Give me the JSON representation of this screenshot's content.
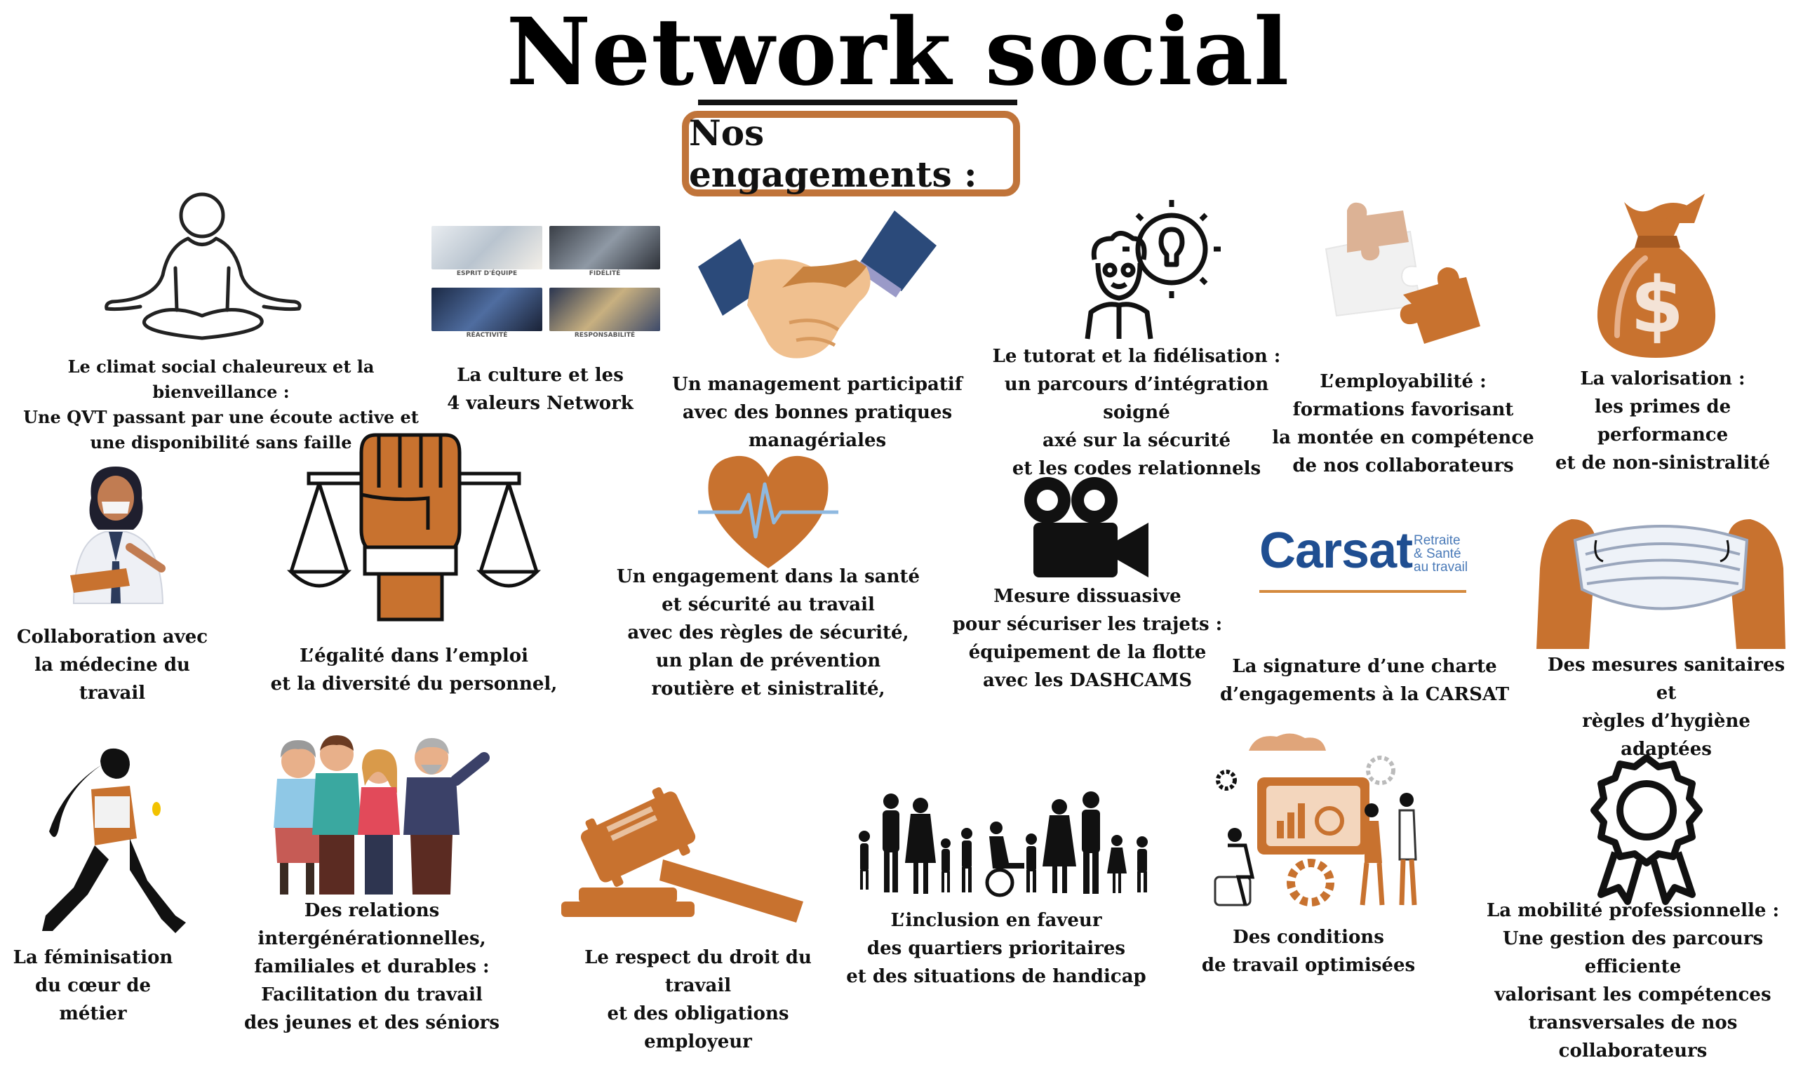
{
  "header": {
    "title": "Network social",
    "subtitle": "Nos engagements :"
  },
  "colors": {
    "accent": "#c0743a",
    "accent_light": "#e0a57a",
    "dark": "#111111"
  },
  "items": [
    {
      "icon": "meditation-icon",
      "caption": "Le climat social chaleureux et la bienveillance :\nUne QVT  passant par une écoute active et\nune disponibilité sans faille"
    },
    {
      "icon": "values-photos-icon",
      "caption": "La culture et les\n4 valeurs Network",
      "photo_labels": [
        "ESPRIT D'ÉQUIPE",
        "FIDÉLITÉ",
        "RÉACTIVITÉ",
        "RESPONSABILITÉ"
      ]
    },
    {
      "icon": "handshake-icon",
      "caption": "Un management participatif\navec des bonnes pratiques managériales"
    },
    {
      "icon": "mentor-idea-icon",
      "caption": "Le tutorat et la fidélisation :\nun parcours d’intégration soigné\naxé sur la sécurité\net les codes relationnels"
    },
    {
      "icon": "puzzle-icon",
      "caption": "L’employabilité :\nformations favorisant\nla montée en compétence\nde nos collaborateurs"
    },
    {
      "icon": "money-bag-icon",
      "caption": "La valorisation :\nles primes de performance\net de non-sinistralité"
    },
    {
      "icon": "doctor-icon",
      "caption": "Collaboration avec\nla médecine du travail"
    },
    {
      "icon": "equality-scale-icon",
      "caption": "L’égalité dans l’emploi\net la diversité du personnel,"
    },
    {
      "icon": "heart-pulse-icon",
      "caption": "Un engagement dans la santé\net sécurité au travail\navec des règles de sécurité,\nun plan de prévention\nroutière et sinistralité,"
    },
    {
      "icon": "video-camera-icon",
      "caption": "Mesure dissuasive\npour sécuriser les trajets :\néquipement de la flotte\navec les DASHCAMS"
    },
    {
      "icon": "carsat-logo",
      "caption": "La signature d’une charte\nd’engagements à la CARSAT",
      "logo_text": "Carsat",
      "logo_sub": [
        "Retraite",
        "& Santé",
        "au travail"
      ]
    },
    {
      "icon": "face-mask-icon",
      "caption": "Des mesures sanitaires et\nrègles d’hygiène adaptées"
    },
    {
      "icon": "businesswoman-icon",
      "caption": "La féminisation\ndu cœur de métier"
    },
    {
      "icon": "family-generations-icon",
      "caption": "Des relations intergénérationnelles,\nfamiliales et durables :\nFacilitation du travail\ndes jeunes et des séniors"
    },
    {
      "icon": "gavel-icon",
      "caption": "Le respect du droit du travail\net des obligations employeur"
    },
    {
      "icon": "inclusion-people-icon",
      "caption": "L’inclusion en faveur\ndes quartiers prioritaires\net des situations de handicap"
    },
    {
      "icon": "optimized-work-icon",
      "caption": "Des conditions\nde travail optimisées"
    },
    {
      "icon": "award-ribbon-icon",
      "caption": "La mobilité professionnelle :\nUne gestion des parcours efficiente\nvalorisant les compétences\ntransversales de nos collaborateurs"
    }
  ]
}
